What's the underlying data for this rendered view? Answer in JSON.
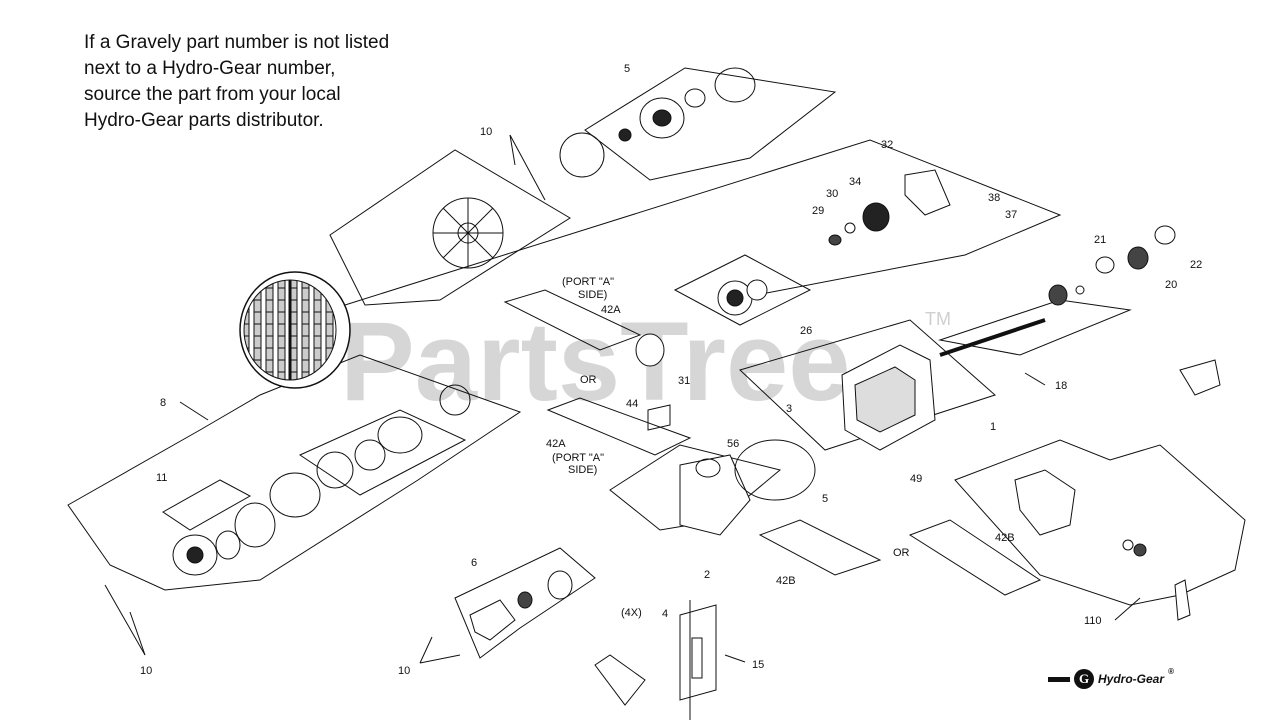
{
  "note": {
    "lines": [
      "If a Gravely part number is not listed",
      "next to a Hydro-Gear number,",
      "source the part from your local",
      "Hydro-Gear parts distributor."
    ]
  },
  "watermark": {
    "text": "PartsTree",
    "mark": "TM"
  },
  "callouts": {
    "c5_top": "5",
    "c10_top": "10",
    "c32": "32",
    "c34": "34",
    "c30": "30",
    "c29": "29",
    "c38": "38",
    "c37": "37",
    "c21": "21",
    "c22": "22",
    "c20": "20",
    "c26": "26",
    "port_a_top_1": "(PORT \"A\"",
    "port_a_top_2": "SIDE)",
    "c42a_top": "42A",
    "c31": "31",
    "or_left": "OR",
    "c18": "18",
    "c8": "8",
    "c44": "44",
    "c56": "56",
    "c42a_mid": "42A",
    "port_a_mid_1": "(PORT \"A\"",
    "port_a_mid_2": "SIDE)",
    "c1": "1",
    "c3": "3",
    "c5_mid": "5",
    "c49": "49",
    "c11": "11",
    "c6": "6",
    "c2": "2",
    "c42b_right": "42B",
    "c42b": "42B",
    "or_right": "OR",
    "c110": "110",
    "c4x": "(4X)",
    "c4": "4",
    "c15": "15",
    "c10_left": "10",
    "c10_bottom": "10"
  },
  "logo": {
    "mark": "G",
    "text": "Hydro-Gear",
    "reg": "®"
  }
}
